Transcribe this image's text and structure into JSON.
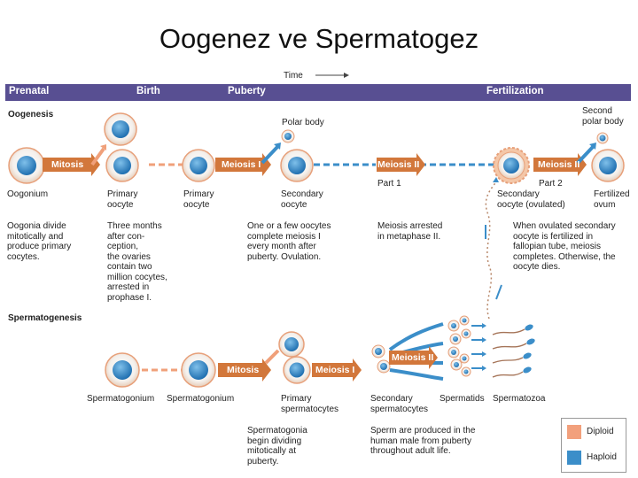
{
  "title": "Oogenez ve Spermatogez",
  "time_label": "Time",
  "band": [
    "Prenatal",
    "Birth",
    "Puberty",
    "Fertilization"
  ],
  "sections": {
    "oogenesis": "Oogenesis",
    "spermatogenesis": "Spermatogenesis"
  },
  "processes": {
    "mitosis_oo": "Mitosis",
    "meiosis1_oo": "Meiosis I",
    "meiosis2_p1": "Meiosis II",
    "meiosis2_p2": "Meiosis II",
    "mitosis_sp": "Mitosis",
    "meiosis1_sp": "Meiosis I",
    "meiosis2_sp": "Meiosis II"
  },
  "labels": {
    "polar_body": "Polar body",
    "second_polar_body": "Second\npolar body",
    "oogonium": "Oogonium",
    "primary_oocyte_1": "Primary\noocyte",
    "primary_oocyte_2": "Primary\noocyte",
    "secondary_oocyte": "Secondary\noocyte",
    "part1": "Part 1",
    "secondary_oocyte_ovulated": "Secondary\noocyte (ovulated)",
    "part2": "Part 2",
    "fertilized_ovum": "Fertilized\novum",
    "spermatogonium_1": "Spermatogonium",
    "spermatogonium_2": "Spermatogonium",
    "primary_spermatocytes": "Primary\nspermatocytes",
    "secondary_spermatocytes": "Secondary\nspermatocytes",
    "spermatids": "Spermatids",
    "spermatozoa": "Spermatozoa"
  },
  "notes": {
    "oogonia": "Oogonia divide\nmitotically and\nproduce primary\ncocytes.",
    "three_months": "Three months\nafter con-\nception,\nthe ovaries\ncontain two\nmillion cocytes,\narrested in\nprophase I.",
    "one_or_few": "One or a few oocytes\ncomplete meiosis I\nevery month after\npuberty. Ovulation.",
    "arrested": "Meiosis arrested\nin metaphase II.",
    "ovulated": "When ovulated secondary\noocyte is fertilized in\nfallopian tube, meiosis\ncompletes. Otherwise, the\noocyte dies.",
    "spermatogonia": "Spermatogonia\nbegin dividing\nmitotically at\npuberty.",
    "sperm_produced": "Sperm are produced in the\nhuman male from puberty\nthroughout adult life."
  },
  "legend": [
    {
      "label": "Diploid",
      "color": "#f2a07c"
    },
    {
      "label": "Haploid",
      "color": "#3b8ec9"
    }
  ],
  "colors": {
    "band": "#584f92",
    "process_box": "#d2773b",
    "diploid_arrow": "#f0a07a",
    "haploid_arrow": "#3b8ec9",
    "cell_outline": "#e7a07a",
    "nucleus": "#3b8ec9"
  }
}
